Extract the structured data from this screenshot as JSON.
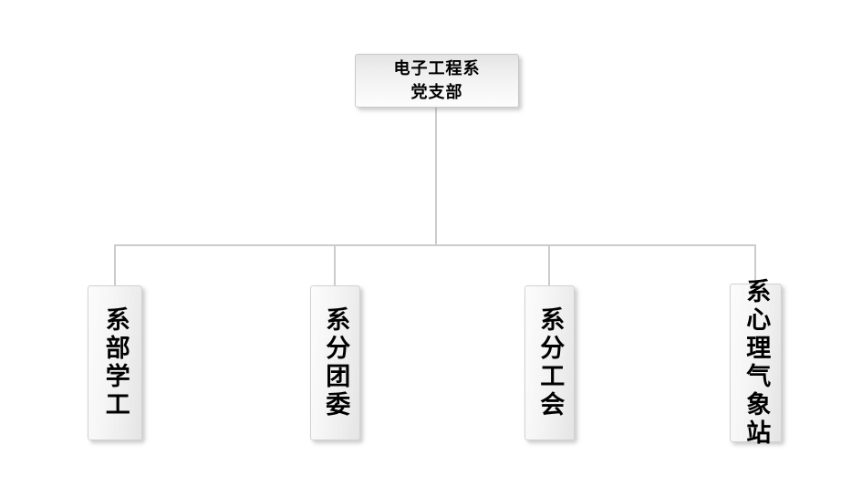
{
  "chart": {
    "title": "",
    "type": "org-chart",
    "background_color": "#ffffff",
    "connector_color": "#cccccc",
    "node_border_color": "#d2d2d2",
    "node_text_color": "#000000",
    "root": {
      "id": "root",
      "label": "电子工程系党支部",
      "lines": [
        "电子工程系",
        "党支部"
      ],
      "orientation": "horizontal"
    },
    "children": [
      {
        "id": "child-1",
        "label": "系部学工",
        "orientation": "vertical"
      },
      {
        "id": "child-2",
        "label": "系分团委",
        "orientation": "vertical"
      },
      {
        "id": "child-3",
        "label": "系分工会",
        "orientation": "vertical"
      },
      {
        "id": "child-4",
        "label": "系心理气象站",
        "orientation": "vertical"
      }
    ]
  }
}
